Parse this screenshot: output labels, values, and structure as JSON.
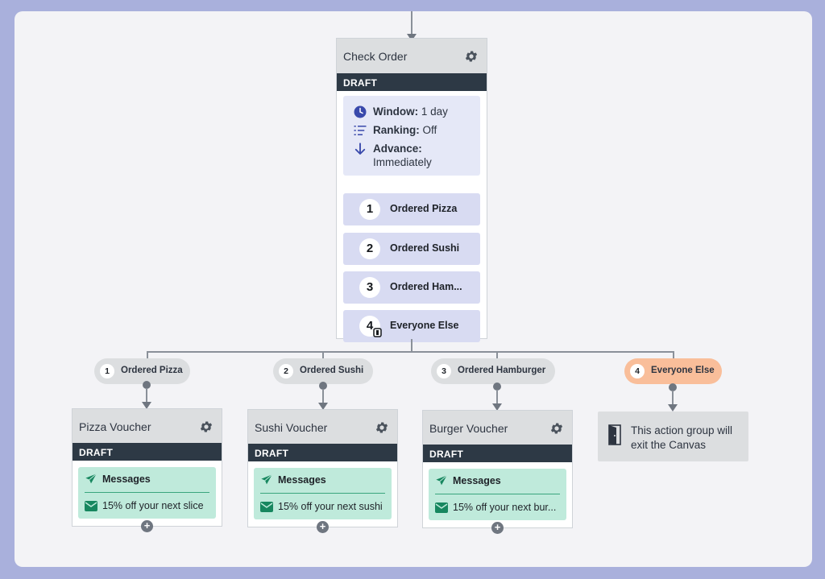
{
  "colors": {
    "background": "#a9b0dc",
    "canvas": "#f3f3f6",
    "draft_bar": "#2d3945",
    "path_fill": "#d8dbf2",
    "message_fill": "#bfeadb",
    "exit_pill": "#f9be9a",
    "accent": "#3949ab"
  },
  "main_step": {
    "title": "Check Order",
    "status": "DRAFT",
    "window_label": "Window:",
    "window_value": "1 day",
    "ranking_label": "Ranking:",
    "ranking_value": "Off",
    "advance_label": "Advance:",
    "advance_value": "Immediately",
    "paths": [
      {
        "num": "1",
        "label": "Ordered Pizza"
      },
      {
        "num": "2",
        "label": "Ordered Sushi"
      },
      {
        "num": "3",
        "label": "Ordered Ham..."
      },
      {
        "num": "4",
        "label": "Everyone Else"
      }
    ]
  },
  "branches": [
    {
      "num": "1",
      "label": "Ordered Pizza"
    },
    {
      "num": "2",
      "label": "Ordered Sushi"
    },
    {
      "num": "3",
      "label": "Ordered Hamburger"
    },
    {
      "num": "4",
      "label": "Everyone Else"
    }
  ],
  "steps": [
    {
      "title": "Pizza Voucher",
      "status": "DRAFT",
      "messages_label": "Messages",
      "message": "15% off your next slice"
    },
    {
      "title": "Sushi Voucher",
      "status": "DRAFT",
      "messages_label": "Messages",
      "message": "15% off your next sushi"
    },
    {
      "title": "Burger Voucher",
      "status": "DRAFT",
      "messages_label": "Messages",
      "message": "15% off your next bur..."
    }
  ],
  "exit_note": "This action group will exit the Canvas",
  "icons": [
    "clock-icon",
    "ranking-list-icon",
    "arrow-down-icon",
    "gear-icon",
    "paper-plane-icon",
    "envelope-icon",
    "plus-icon",
    "door-icon",
    "cursor-icon"
  ]
}
